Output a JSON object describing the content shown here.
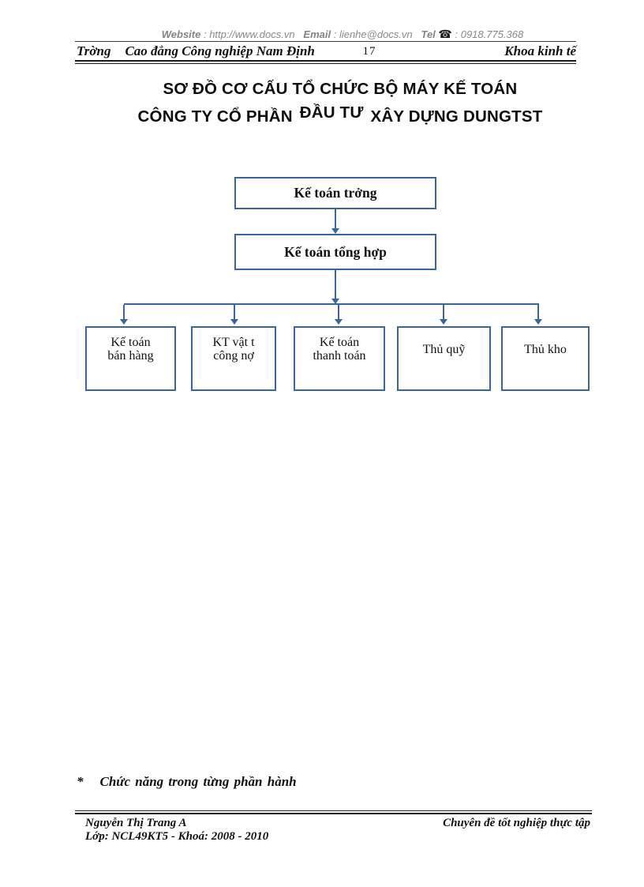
{
  "topbar": {
    "website_label": "Website",
    "website_value": " : http://www.docs.vn",
    "email_label": "Email",
    "email_value": " : lienhe@docs.vn",
    "tel_label": "Tel",
    "phone_icon": "☎",
    "tel_value": " : 0918.775.368"
  },
  "header": {
    "left_prefix": "Trờng",
    "left_main": "Cao đẳng Công nghiệp Nam Định",
    "page_number": "17",
    "right": "Khoa kinh tế"
  },
  "title": {
    "line1": "SƠ ĐỒ CƠ CẤU TỔ CHỨC BỘ MÁY KẾ TOÁN",
    "line2_prefix": "CÔNG TY CỔ PHẦN ",
    "line2_raised": "ĐẦU TƯ",
    "line2_suffix": " XÂY DỰNG DUNGTST"
  },
  "org_chart": {
    "root": "Kế toán trởng",
    "level2": "Kế toán tổng hợp",
    "children": [
      "Kế toán\nbán hàng",
      "KT vật t\ncông nợ",
      "Kế toán\nthanh toán",
      "Thủ quỹ",
      "Thủ kho"
    ]
  },
  "note": {
    "bullet": "*",
    "text": "Chức năng trong từng phần hành"
  },
  "footer": {
    "author": "Nguyễn Thị Trang A",
    "class_line": "Lớp: NCL49KT5 - Khoá: 2008 - 2010",
    "right": "Chuyên đề tốt nghiệp thực tập"
  },
  "colors": {
    "box_border": "#3866a0",
    "connector": "#3866a0",
    "watermark_text": "#8a8a8a",
    "rule": "#1d1d1d"
  }
}
